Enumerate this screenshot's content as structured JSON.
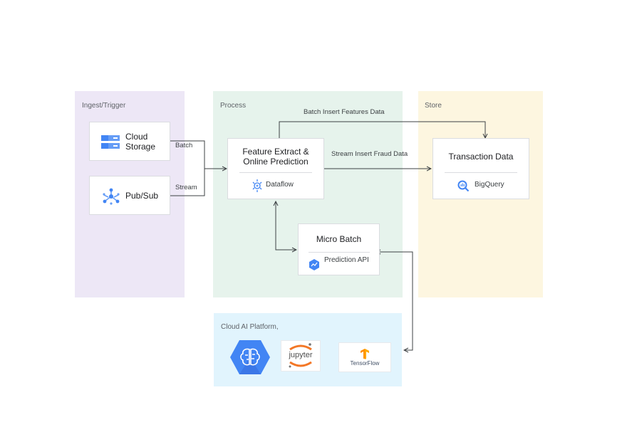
{
  "zones": {
    "ingest": "Ingest/Trigger",
    "process": "Process",
    "store": "Store",
    "ai": "Cloud AI Platform,"
  },
  "nodes": {
    "cloud_storage": {
      "line1": "Cloud",
      "line2": "Storage",
      "icon": "storage-icon"
    },
    "pubsub": {
      "title": "Pub/Sub",
      "icon": "pubsub-icon"
    },
    "feature_extract": {
      "line1": "Feature Extract &",
      "line2": "Online Prediction",
      "service": "Dataflow",
      "icon": "dataflow-icon"
    },
    "micro_batch": {
      "title": "Micro Batch",
      "service": "Prediction API",
      "icon": "prediction-api-icon"
    },
    "transaction": {
      "title": "Transaction Data",
      "service": "BigQuery",
      "icon": "bigquery-icon"
    }
  },
  "edges": {
    "batch": "Batch",
    "stream": "Stream",
    "batch_insert": "Batch Insert Features Data",
    "stream_insert": "Stream Insert Fraud Data"
  },
  "ai_logos": {
    "jupyter": "jupyter",
    "tensorflow": "TensorFlow"
  },
  "colors": {
    "ingest_bg": "#ede7f6",
    "process_bg": "#e6f3ec",
    "store_bg": "#fdf6e0",
    "ai_bg": "#e1f4fd",
    "gcp_blue": "#4285f4"
  }
}
